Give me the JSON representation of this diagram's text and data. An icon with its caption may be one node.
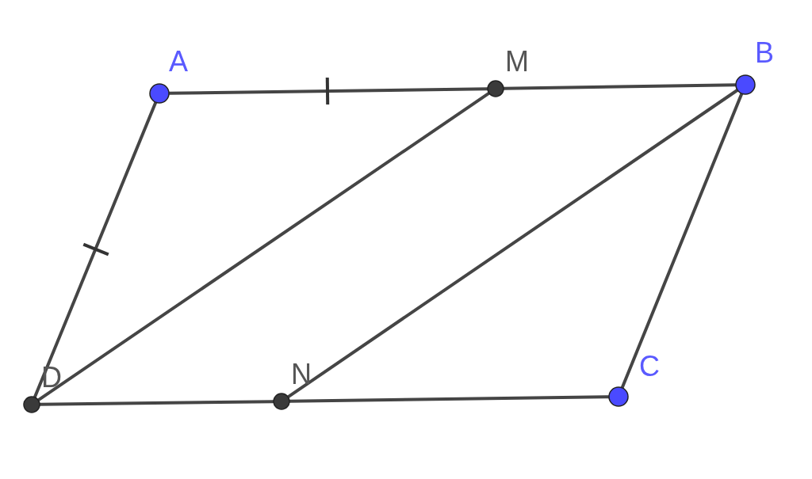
{
  "diagram": {
    "nodes": [
      {
        "text": [
          "A"
        ]
      },
      {
        "text": [
          "M"
        ]
      },
      {
        "text": [
          "B"
        ]
      },
      {
        "text": [
          "C"
        ]
      },
      {
        "text": [
          "N"
        ]
      },
      {
        "text": [
          "D"
        ]
      }
    ],
    "edges": [
      {
        "from": 0,
        "to": 1,
        "arrow": "none"
      },
      {
        "from": 1,
        "to": 2,
        "arrow": "none"
      },
      {
        "from": 2,
        "to": 3,
        "arrow": "none"
      },
      {
        "from": 3,
        "to": 4,
        "arrow": "none"
      },
      {
        "from": 4,
        "to": 5,
        "arrow": "none"
      },
      {
        "from": 5,
        "to": 0,
        "arrow": "none"
      },
      {
        "from": 5,
        "to": 1,
        "arrow": "none"
      },
      {
        "from": 4,
        "to": 2,
        "arrow": "none"
      }
    ]
  }
}
